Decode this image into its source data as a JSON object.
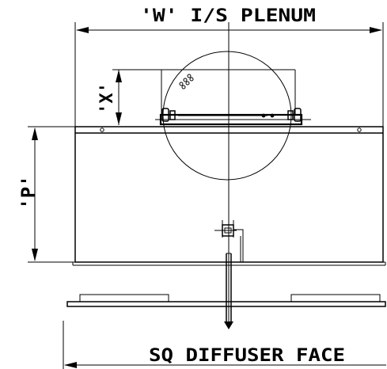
{
  "labels": {
    "width": "'W' I/S PLENUM",
    "offset": "'X'",
    "height": "'P'",
    "face": "SQ DIFFUSER FACE"
  }
}
